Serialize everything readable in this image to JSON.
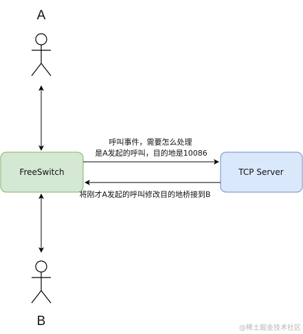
{
  "actors": {
    "top": {
      "label": "A"
    },
    "bottom": {
      "label": "B"
    }
  },
  "nodes": {
    "freeswitch": {
      "label": "FreeSwitch",
      "fill": "#d5e8d4",
      "stroke": "#82b366"
    },
    "tcp_server": {
      "label": "TCP Server",
      "fill": "#dae8fc",
      "stroke": "#6c8ebf"
    }
  },
  "edges": {
    "request": {
      "line1": "呼叫事件，需要怎么处理",
      "line2": "是A发起的呼叫，目的地是10086"
    },
    "response": {
      "label": "将刚才A发起的呼叫修改目的地桥接到B"
    }
  },
  "watermark": "@稀土掘金技术社区"
}
